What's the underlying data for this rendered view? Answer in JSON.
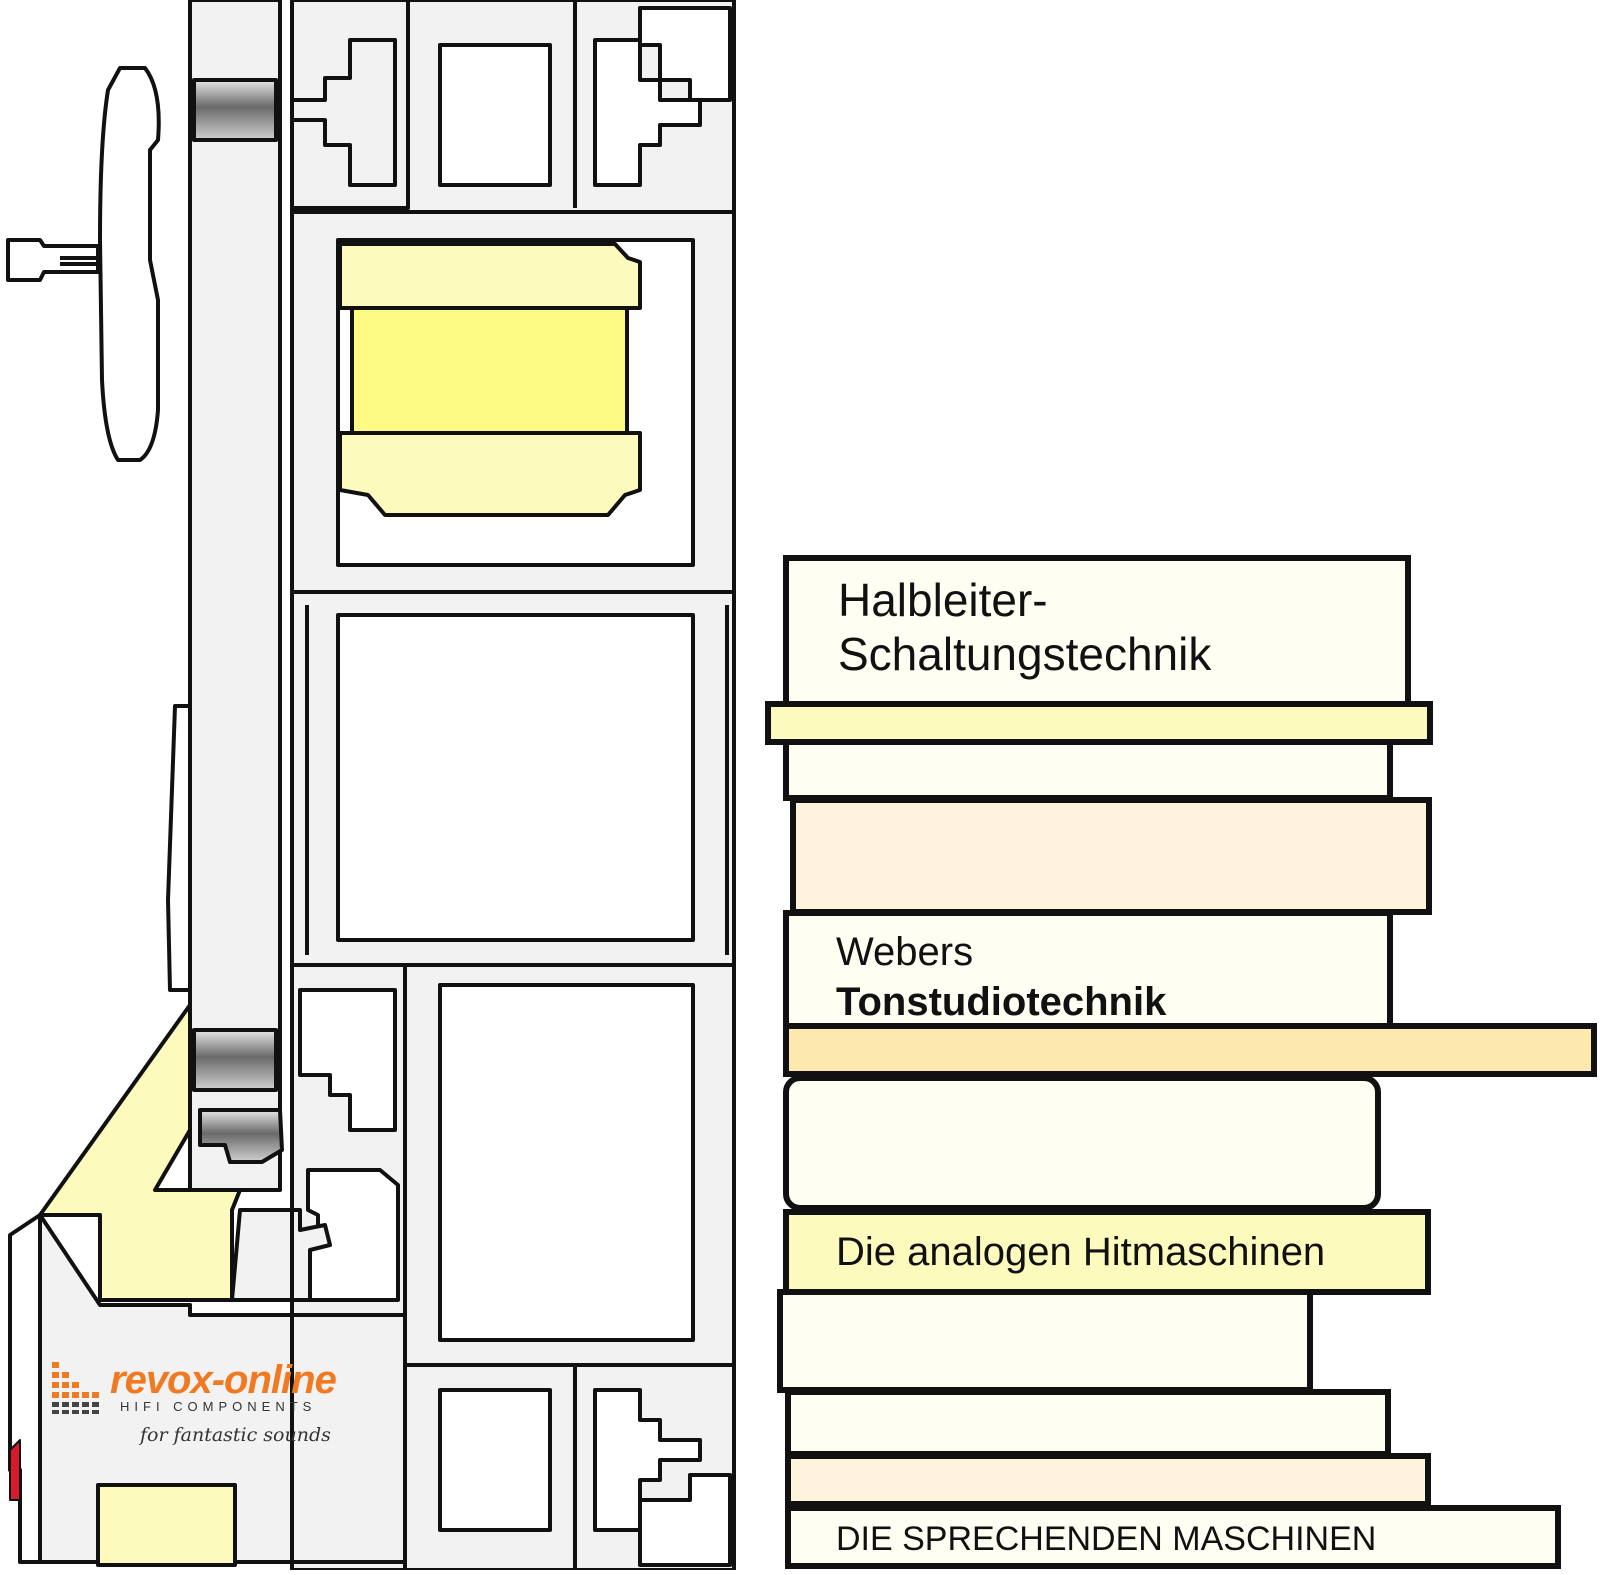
{
  "colors": {
    "frame": "#f2f2f2",
    "outline": "#111111",
    "cream": "#fffef3",
    "pale_yellow": "#fdfabd",
    "yellow": "#fefb84",
    "peach": "#fef3dd",
    "sand": "#fde9ad",
    "logo_orange": "#f07a22",
    "accent_red": "#d8192e"
  },
  "books": {
    "halbleiter_line1": "Halbleiter-",
    "halbleiter_line2": "Schaltungstechnik",
    "webers_line1": "Webers",
    "webers_line2": "Tonstudiotechnik",
    "hitmaschinen": "Die analogen Hitmaschinen",
    "sprechenden": "DIE SPRECHENDEN MASCHINEN"
  },
  "logo": {
    "name": "revox-online",
    "subtitle": "HIFI COMPONENTS",
    "slogan": "for fantastic sounds"
  },
  "icons": {
    "logo_mark": "equalizer-bars-icon"
  }
}
